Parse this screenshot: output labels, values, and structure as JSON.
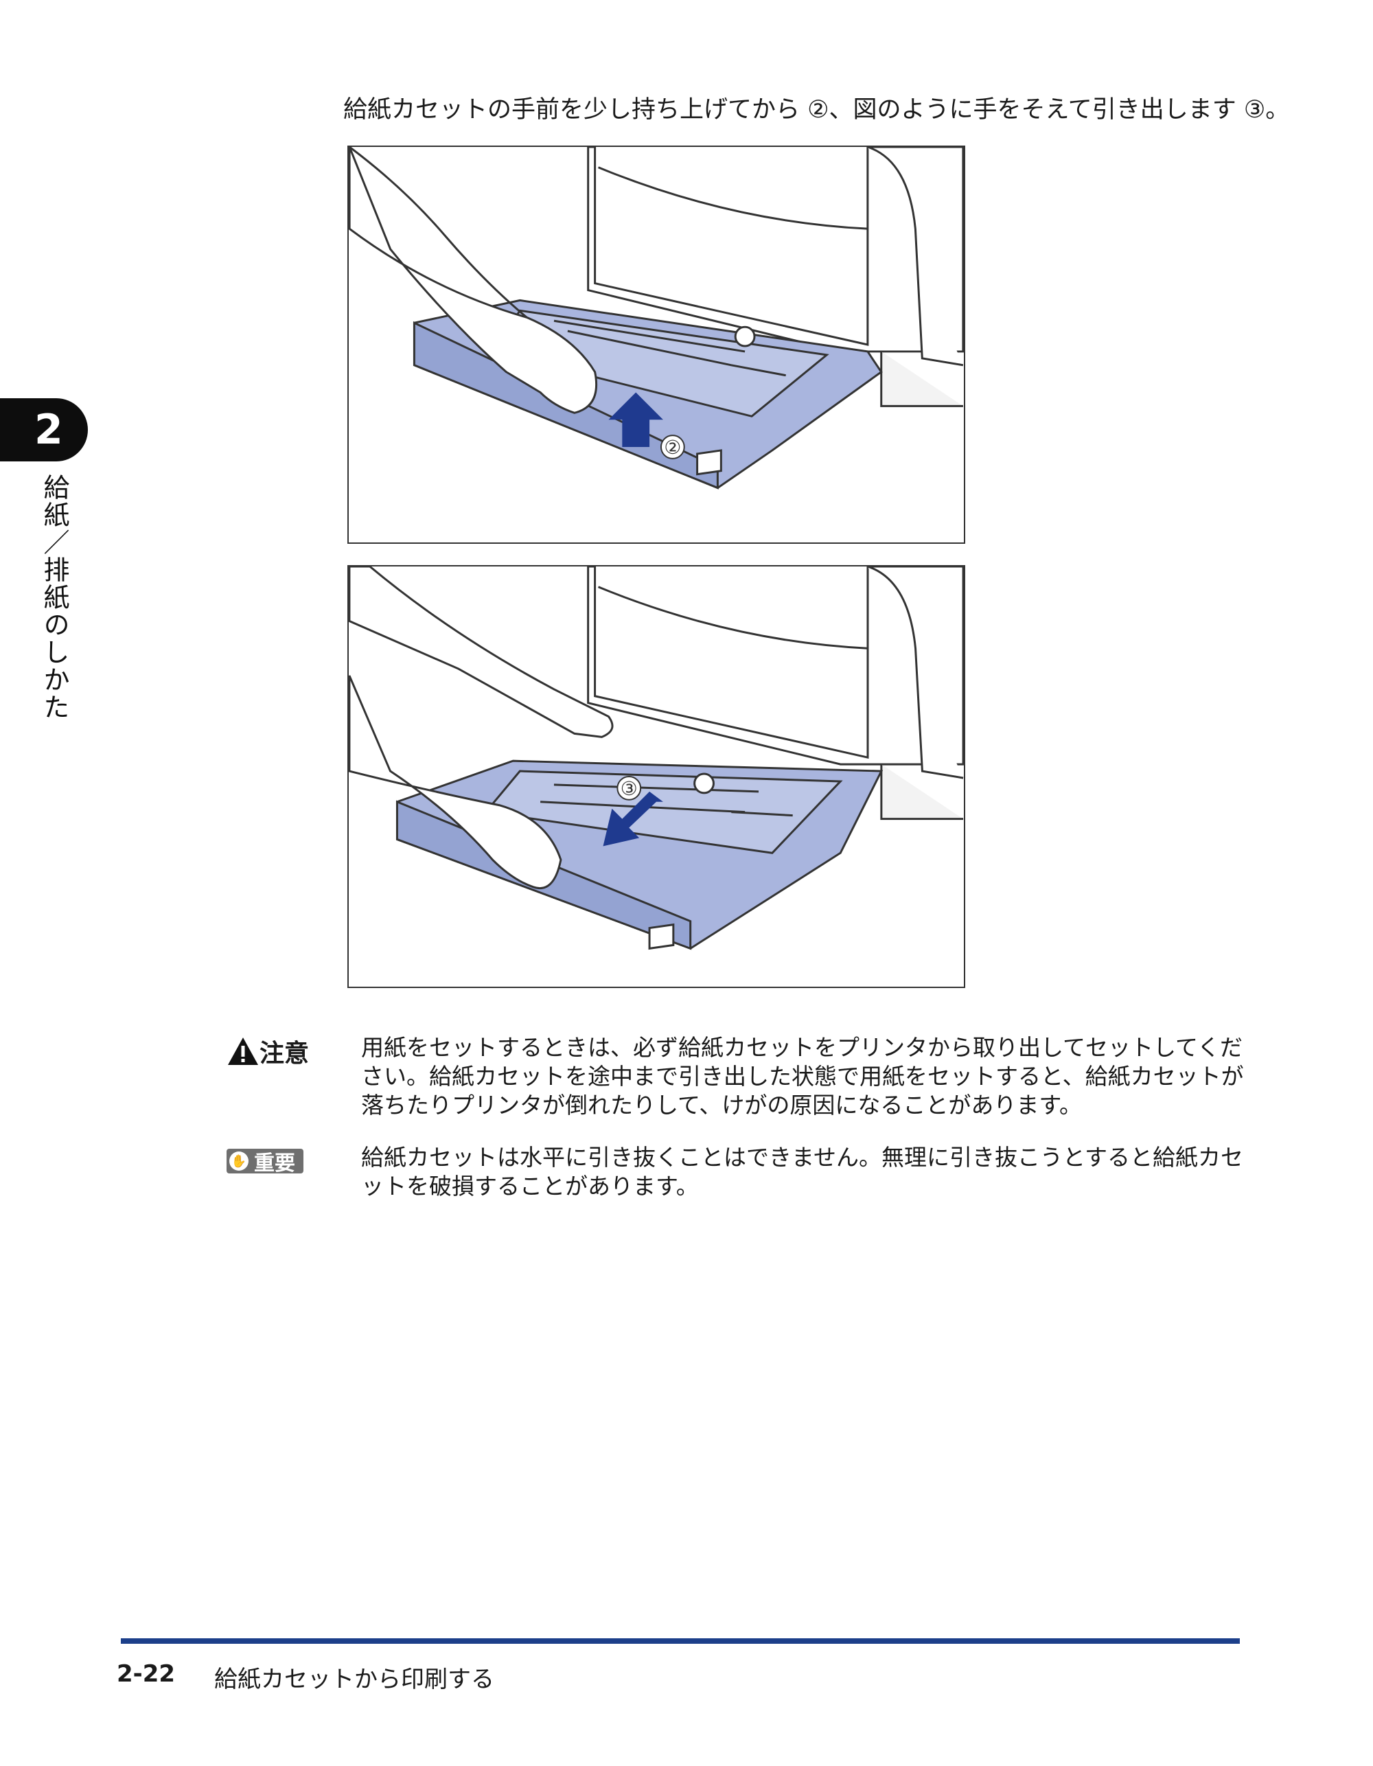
{
  "intro_text": "給紙カセットの手前を少し持ち上げてから ②、図のように手をそえて引き出します ③。",
  "chapter": {
    "number": "2",
    "title": "給紙／排紙のしかた"
  },
  "figures": [
    {
      "step_marker": "②"
    },
    {
      "step_marker": "③"
    }
  ],
  "caution": {
    "label": "注意",
    "text": "用紙をセットするときは、必ず給紙カセットをプリンタから取り出してセットしてください。給紙カセットを途中まで引き出した状態で用紙をセットすると、給紙カセットが落ちたりプリンタが倒れたりして、けがの原因になることがあります。"
  },
  "important": {
    "label": "重要",
    "text": "給紙カセットは水平に引き抜くことはできません。無理に引き抜こうとすると給紙カセットを破損することがあります。"
  },
  "footer": {
    "page_number": "2-22",
    "section_title": "給紙カセットから印刷する"
  },
  "colors": {
    "accent_rule": "#1c3f8a",
    "cassette": "#a9b5de",
    "arrow": "#1f3a8f"
  }
}
